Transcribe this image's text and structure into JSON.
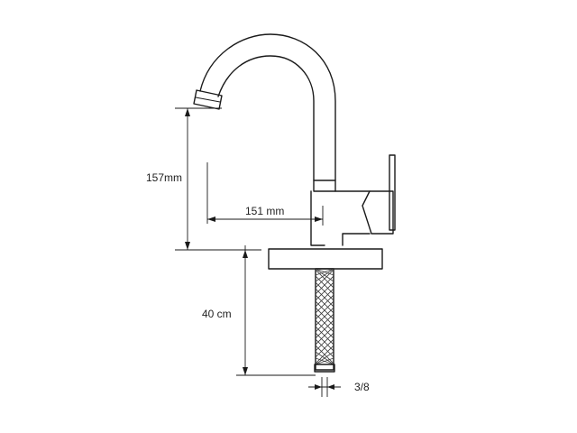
{
  "dimensions": {
    "spout_height": "157mm",
    "spout_reach": "151 mm",
    "hose_length": "40 cm",
    "hose_thread": "3/8"
  },
  "colors": {
    "line": "#1a1a1a",
    "background": "#ffffff"
  }
}
